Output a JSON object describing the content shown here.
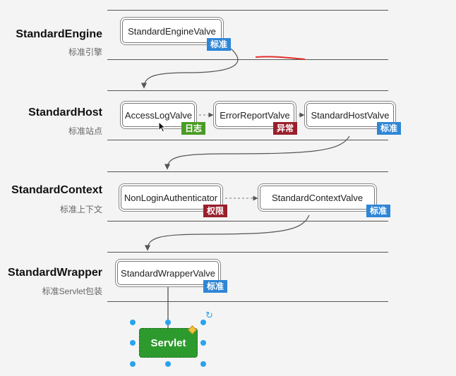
{
  "layers": [
    {
      "title": "StandardEngine",
      "subtitle": "标准引擎"
    },
    {
      "title": "StandardHost",
      "subtitle": "标准站点"
    },
    {
      "title": "StandardContext",
      "subtitle": "标准上下文"
    },
    {
      "title": "StandardWrapper",
      "subtitle": "标准Servlet包装"
    }
  ],
  "valves": {
    "engine": {
      "label": "StandardEngineValve",
      "badge": "标准"
    },
    "access_log": {
      "label": "AccessLogValve",
      "badge": "日志"
    },
    "error_report": {
      "label": "ErrorReportValve",
      "badge": "异常"
    },
    "host": {
      "label": "StandardHostValve",
      "badge": "标准"
    },
    "non_login": {
      "label": "NonLoginAuthenticator",
      "badge": "权限"
    },
    "context": {
      "label": "StandardContextValve",
      "badge": "标准"
    },
    "wrapper": {
      "label": "StandardWrapperValve",
      "badge": "标准"
    }
  },
  "servlet": {
    "label": "Servlet"
  },
  "colors": {
    "badge_standard": "#2e86d6",
    "badge_log": "#4a9c24",
    "badge_error": "#9a1f2c",
    "servlet_fill": "#2d9a2d",
    "selection_handle": "#29a3ee"
  }
}
